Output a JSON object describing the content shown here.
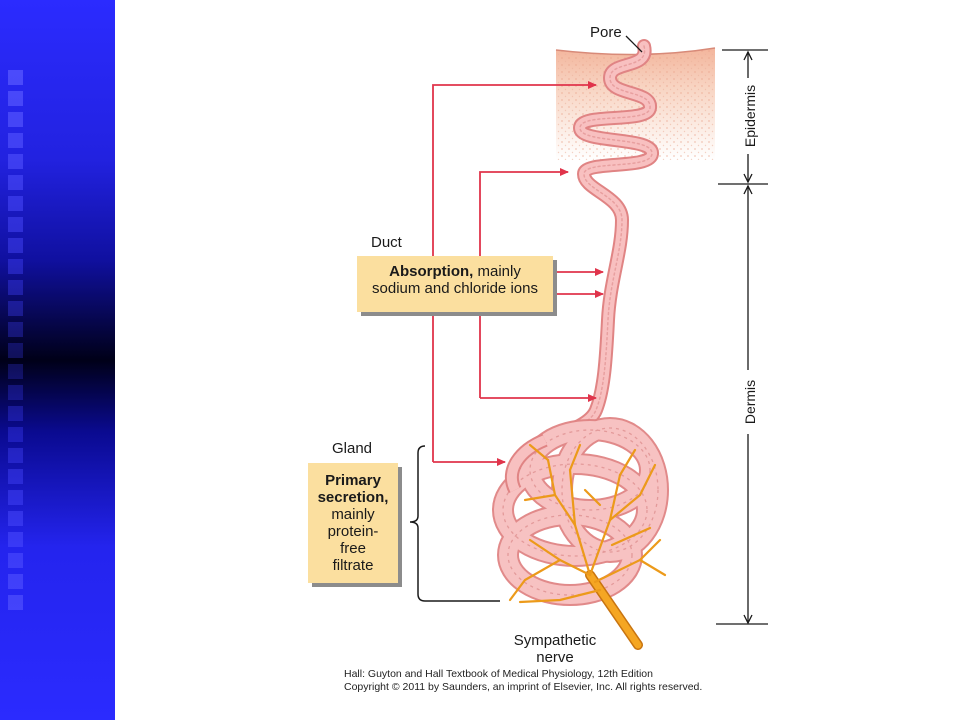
{
  "labels": {
    "pore": "Pore",
    "duct": "Duct",
    "gland": "Gland",
    "epidermis": "Epidermis",
    "dermis": "Dermis",
    "nerve_line1": "Sympathetic",
    "nerve_line2": "nerve"
  },
  "absorption_box": {
    "bold": "Absorption,",
    "rest": " mainly",
    "line2": "sodium and chloride ions"
  },
  "secretion_box": {
    "bold1": "Primary",
    "bold2": "secretion,",
    "line3": "mainly",
    "line4": "protein-",
    "line5": "free",
    "line6": "filtrate"
  },
  "credit": {
    "line1": "Hall: Guyton and Hall Textbook of Medical Physiology, 12th Edition",
    "line2": "Copyright © 2011 by Saunders, an imprint of Elsevier, Inc. All rights reserved."
  },
  "colors": {
    "sidebar": "#2b2bff",
    "arrow": "#e0344b",
    "duct": "#f6a9ab",
    "nerve": "#f0a020",
    "box": "#fbdf9f",
    "skin": "#f5c6b0"
  }
}
